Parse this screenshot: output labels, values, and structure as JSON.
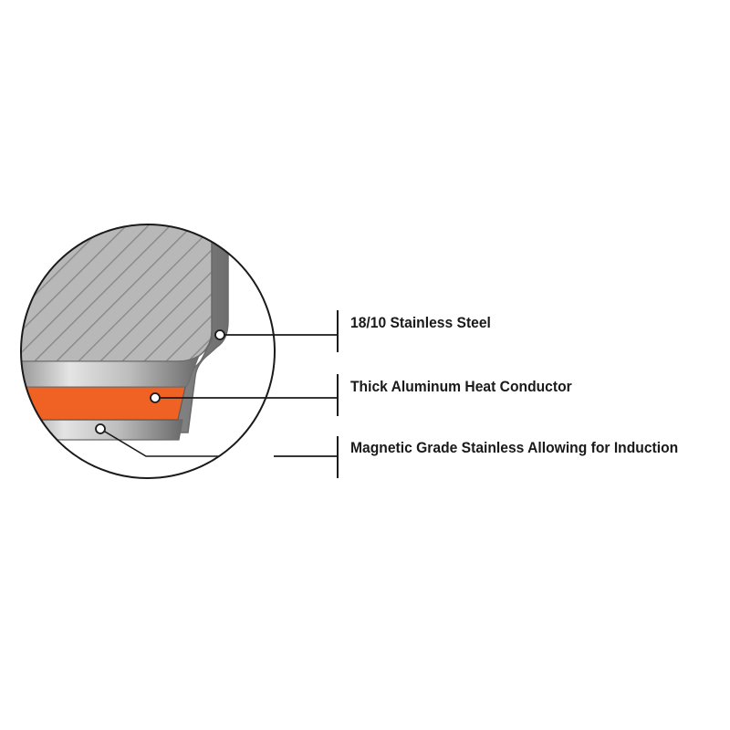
{
  "layers": {
    "stainless_steel": {
      "label": "18/10 Stainless Steel",
      "color": "#b8b8b8",
      "hatch_color": "#8c8c8c",
      "edge_color": "#8a8a8a"
    },
    "aluminum": {
      "label": "Thick Aluminum Heat Conductor",
      "color": "#f06224"
    },
    "magnetic": {
      "label": "Magnetic Grade Stainless Allowing for Induction",
      "color": "#9a9a9a"
    }
  },
  "colors": {
    "outline": "#1a1a1a",
    "background": "#ffffff",
    "text": "#1a1a1a"
  }
}
